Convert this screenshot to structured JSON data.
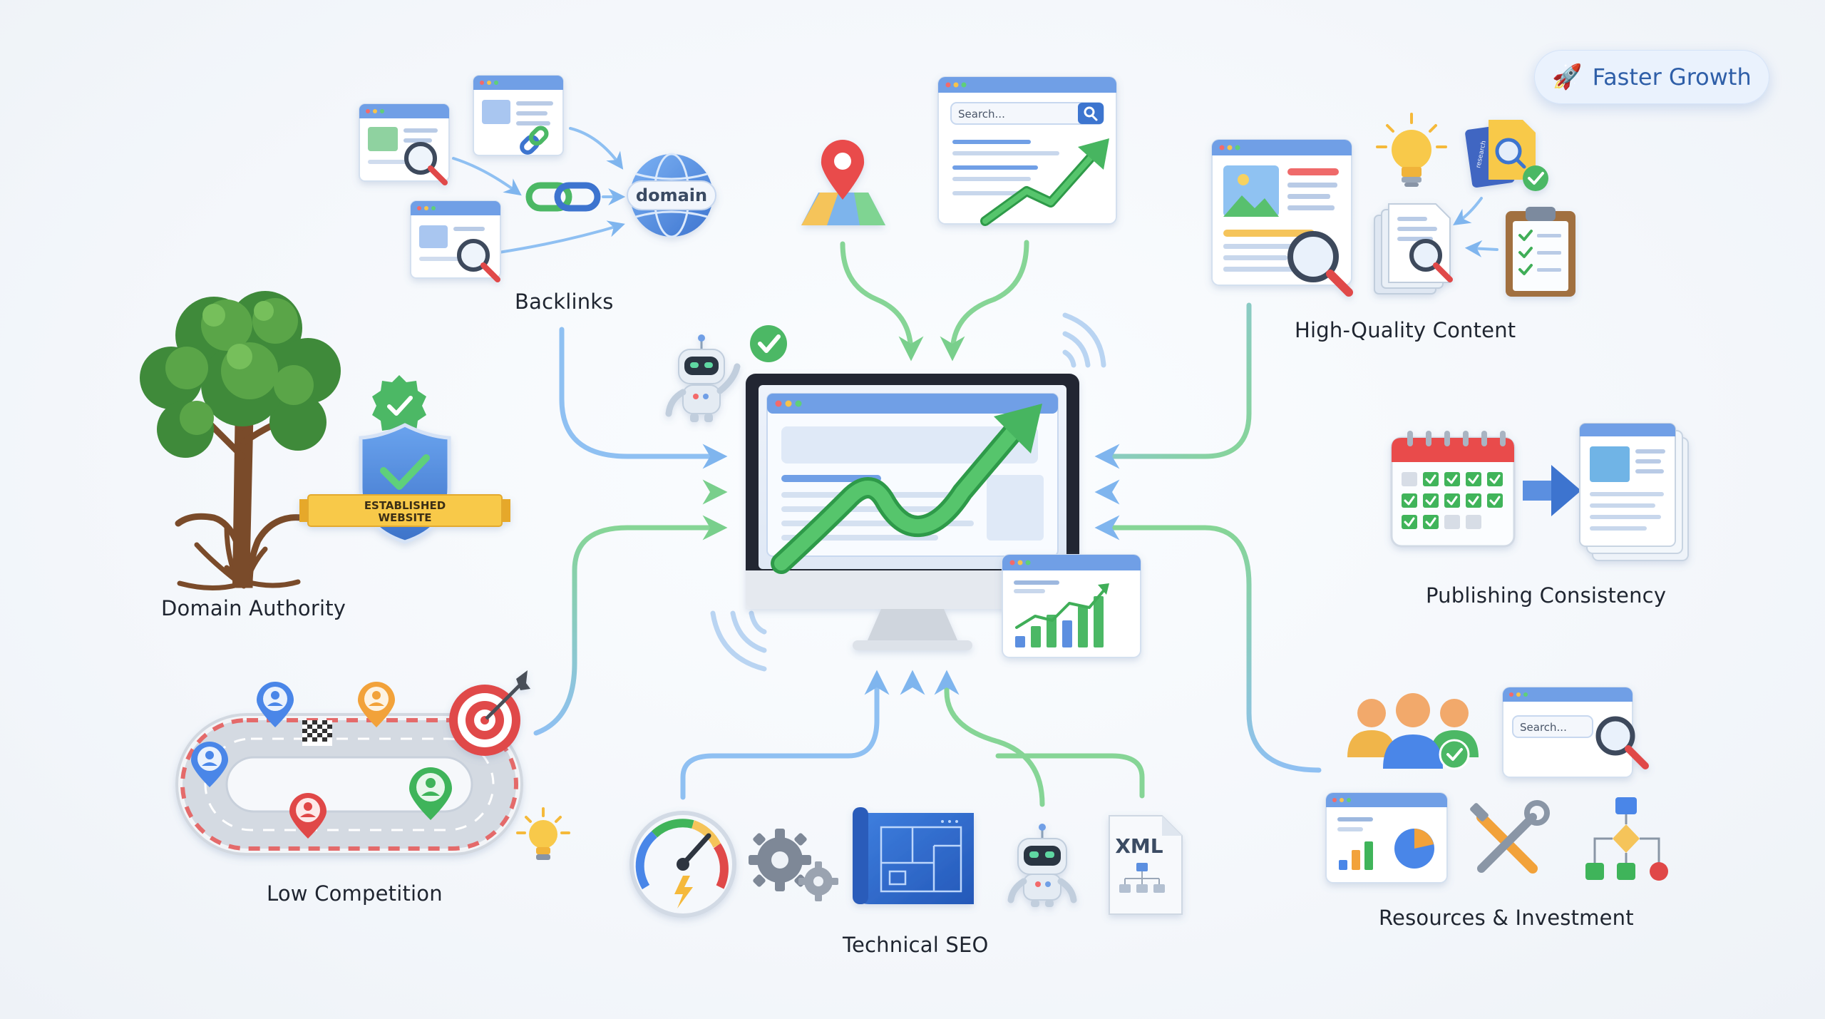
{
  "badge": {
    "text": "Faster Growth",
    "icon": "rocket-icon"
  },
  "factors": {
    "backlinks": "Backlinks",
    "domain_authority": "Domain Authority",
    "low_competition": "Low Competition",
    "technical_seo": "Technical SEO",
    "high_quality_content": "High-Quality Content",
    "publishing_consistency": "Publishing Consistency",
    "resources_investment": "Resources & Investment"
  },
  "illustration_text": {
    "domain_globe": "domain",
    "established_ribbon_line1": "ESTABLISHED",
    "established_ribbon_line2": "WEBSITE",
    "search_placeholder_top": "Search...",
    "search_placeholder_right": "Search...",
    "xml_file": "XML",
    "research_folder": "research"
  },
  "colors": {
    "blue": "#4a86e8",
    "green": "#3fb45a",
    "arrow_blue": "#8fc0f2",
    "arrow_green": "#8ad79a",
    "red": "#e04848",
    "orange": "#f2a23a"
  }
}
